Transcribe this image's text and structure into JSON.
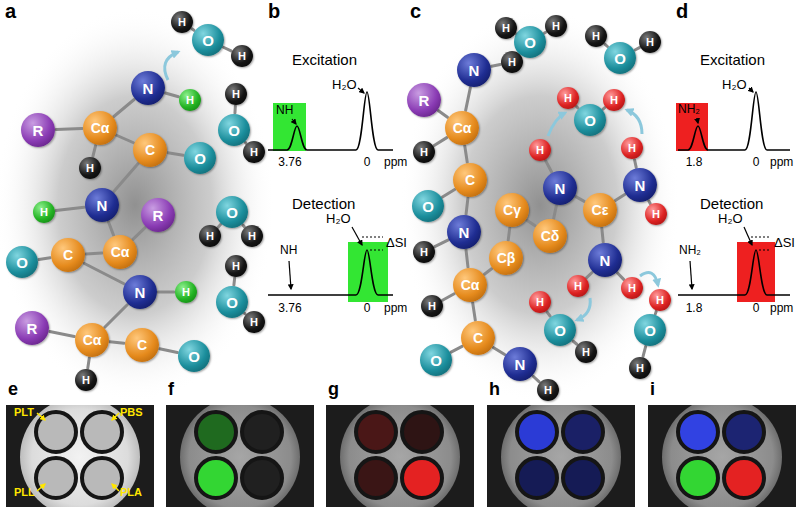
{
  "diagram": {
    "nodes": [
      {
        "text": [
          "R"
        ]
      },
      {
        "text": [
          "Cα"
        ]
      },
      {
        "text": [
          "H"
        ]
      },
      {
        "text": [
          "N"
        ]
      },
      {
        "text": [
          "H"
        ]
      },
      {
        "text": [
          "C"
        ]
      },
      {
        "text": [
          "O"
        ]
      },
      {
        "text": [
          "N"
        ]
      },
      {
        "text": [
          "H"
        ]
      },
      {
        "text": [
          "Cα"
        ]
      },
      {
        "text": [
          "R"
        ]
      },
      {
        "text": [
          "C"
        ]
      },
      {
        "text": [
          "O"
        ]
      },
      {
        "text": [
          "N"
        ]
      },
      {
        "text": [
          "H"
        ]
      },
      {
        "text": [
          "Cα"
        ]
      },
      {
        "text": [
          "H"
        ]
      },
      {
        "text": [
          "R"
        ]
      },
      {
        "text": [
          "C"
        ]
      },
      {
        "text": [
          "O"
        ]
      },
      {
        "text": [
          "O"
        ]
      },
      {
        "text": [
          "H"
        ]
      },
      {
        "text": [
          "H"
        ]
      },
      {
        "text": [
          "O"
        ]
      },
      {
        "text": [
          "H"
        ]
      },
      {
        "text": [
          "H"
        ]
      },
      {
        "text": [
          "O"
        ]
      },
      {
        "text": [
          "H"
        ]
      },
      {
        "text": [
          "H"
        ]
      },
      {
        "text": [
          "O"
        ]
      },
      {
        "text": [
          "H"
        ]
      },
      {
        "text": [
          "H"
        ]
      },
      {
        "text": [
          "R"
        ]
      },
      {
        "text": [
          "N"
        ]
      },
      {
        "text": [
          "H"
        ]
      },
      {
        "text": [
          "Cα"
        ]
      },
      {
        "text": [
          "H"
        ]
      },
      {
        "text": [
          "C"
        ]
      },
      {
        "text": [
          "O"
        ]
      },
      {
        "text": [
          "N"
        ]
      },
      {
        "text": [
          "H"
        ]
      },
      {
        "text": [
          "Cα"
        ]
      },
      {
        "text": [
          "H"
        ]
      },
      {
        "text": [
          "C"
        ]
      },
      {
        "text": [
          "O"
        ]
      },
      {
        "text": [
          "N"
        ]
      },
      {
        "text": [
          "H"
        ]
      },
      {
        "text": [
          "Cβ"
        ]
      },
      {
        "text": [
          "Cγ"
        ]
      },
      {
        "text": [
          "Cδ"
        ]
      },
      {
        "text": [
          "N"
        ]
      },
      {
        "text": [
          "H"
        ]
      },
      {
        "text": [
          "Cε"
        ]
      },
      {
        "text": [
          "N"
        ]
      },
      {
        "text": [
          "H"
        ]
      },
      {
        "text": [
          "H"
        ]
      },
      {
        "text": [
          "N"
        ]
      },
      {
        "text": [
          "H"
        ]
      },
      {
        "text": [
          "H"
        ]
      },
      {
        "text": [
          "O"
        ]
      },
      {
        "text": [
          "H"
        ]
      },
      {
        "text": [
          "H"
        ]
      },
      {
        "text": [
          "O"
        ]
      },
      {
        "text": [
          "H"
        ]
      },
      {
        "text": [
          "H"
        ]
      },
      {
        "text": [
          "O"
        ]
      },
      {
        "text": [
          "H"
        ]
      },
      {
        "text": [
          "H"
        ]
      },
      {
        "text": [
          "O"
        ]
      },
      {
        "text": [
          "H"
        ]
      },
      {
        "text": [
          "H"
        ]
      },
      {
        "text": [
          "O"
        ]
      },
      {
        "text": [
          "H"
        ]
      },
      {
        "text": [
          "H"
        ]
      }
    ],
    "edges": [
      {
        "from": 0,
        "to": 1,
        "arrow": "none"
      },
      {
        "from": 1,
        "to": 2,
        "arrow": "none"
      },
      {
        "from": 1,
        "to": 3,
        "arrow": "none"
      },
      {
        "from": 3,
        "to": 4,
        "arrow": "none"
      },
      {
        "from": 1,
        "to": 5,
        "arrow": "none"
      },
      {
        "from": 5,
        "to": 6,
        "arrow": "none"
      },
      {
        "from": 5,
        "to": 7,
        "arrow": "none"
      },
      {
        "from": 7,
        "to": 8,
        "arrow": "none"
      },
      {
        "from": 7,
        "to": 9,
        "arrow": "none"
      },
      {
        "from": 9,
        "to": 10,
        "arrow": "none"
      },
      {
        "from": 9,
        "to": 11,
        "arrow": "none"
      },
      {
        "from": 11,
        "to": 12,
        "arrow": "none"
      },
      {
        "from": 11,
        "to": 13,
        "arrow": "none"
      },
      {
        "from": 13,
        "to": 14,
        "arrow": "none"
      },
      {
        "from": 13,
        "to": 15,
        "arrow": "none"
      },
      {
        "from": 15,
        "to": 16,
        "arrow": "none"
      },
      {
        "from": 15,
        "to": 17,
        "arrow": "none"
      },
      {
        "from": 15,
        "to": 18,
        "arrow": "none"
      },
      {
        "from": 18,
        "to": 19,
        "arrow": "none"
      },
      {
        "from": 20,
        "to": 21,
        "arrow": "none"
      },
      {
        "from": 20,
        "to": 22,
        "arrow": "none"
      },
      {
        "from": 23,
        "to": 24,
        "arrow": "none"
      },
      {
        "from": 23,
        "to": 25,
        "arrow": "none"
      },
      {
        "from": 26,
        "to": 27,
        "arrow": "none"
      },
      {
        "from": 26,
        "to": 28,
        "arrow": "none"
      },
      {
        "from": 29,
        "to": 30,
        "arrow": "none"
      },
      {
        "from": 29,
        "to": 31,
        "arrow": "none"
      },
      {
        "from": 32,
        "to": 35,
        "arrow": "none"
      },
      {
        "from": 33,
        "to": 35,
        "arrow": "none"
      },
      {
        "from": 33,
        "to": 34,
        "arrow": "none"
      },
      {
        "from": 35,
        "to": 36,
        "arrow": "none"
      },
      {
        "from": 35,
        "to": 37,
        "arrow": "none"
      },
      {
        "from": 37,
        "to": 38,
        "arrow": "none"
      },
      {
        "from": 37,
        "to": 39,
        "arrow": "none"
      },
      {
        "from": 39,
        "to": 40,
        "arrow": "none"
      },
      {
        "from": 39,
        "to": 41,
        "arrow": "none"
      },
      {
        "from": 41,
        "to": 42,
        "arrow": "none"
      },
      {
        "from": 41,
        "to": 43,
        "arrow": "none"
      },
      {
        "from": 43,
        "to": 44,
        "arrow": "none"
      },
      {
        "from": 43,
        "to": 45,
        "arrow": "none"
      },
      {
        "from": 45,
        "to": 46,
        "arrow": "none"
      },
      {
        "from": 41,
        "to": 47,
        "arrow": "none"
      },
      {
        "from": 47,
        "to": 48,
        "arrow": "none"
      },
      {
        "from": 48,
        "to": 49,
        "arrow": "none"
      },
      {
        "from": 49,
        "to": 50,
        "arrow": "none"
      },
      {
        "from": 50,
        "to": 51,
        "arrow": "none"
      },
      {
        "from": 50,
        "to": 52,
        "arrow": "none"
      },
      {
        "from": 52,
        "to": 53,
        "arrow": "none"
      },
      {
        "from": 53,
        "to": 54,
        "arrow": "none"
      },
      {
        "from": 53,
        "to": 55,
        "arrow": "none"
      },
      {
        "from": 52,
        "to": 56,
        "arrow": "none"
      },
      {
        "from": 56,
        "to": 57,
        "arrow": "none"
      },
      {
        "from": 56,
        "to": 58,
        "arrow": "none"
      },
      {
        "from": 59,
        "to": 60,
        "arrow": "none"
      },
      {
        "from": 59,
        "to": 61,
        "arrow": "none"
      },
      {
        "from": 62,
        "to": 63,
        "arrow": "none"
      },
      {
        "from": 62,
        "to": 64,
        "arrow": "none"
      },
      {
        "from": 65,
        "to": 66,
        "arrow": "none"
      },
      {
        "from": 65,
        "to": 67,
        "arrow": "none"
      },
      {
        "from": 68,
        "to": 69,
        "arrow": "none"
      },
      {
        "from": 68,
        "to": 70,
        "arrow": "none"
      },
      {
        "from": 71,
        "to": 72,
        "arrow": "none"
      },
      {
        "from": 71,
        "to": 73,
        "arrow": "none"
      }
    ],
    "labels": [
      "a",
      "b",
      "Excitation",
      "H₂O",
      "NH",
      "3.76",
      "0",
      "ppm",
      "Detection",
      "H₂O",
      "NH",
      "ΔSI",
      "3.76",
      "0",
      "ppm",
      "c",
      "d",
      "Excitation",
      "H₂O",
      "NH₂",
      "1.8",
      "0",
      "ppm",
      "Detection",
      "H₂O",
      "NH₂",
      "ΔSI",
      "1.8",
      "0",
      "ppm",
      "e",
      "PLT",
      "PBS",
      "PLL",
      "PLA",
      "f",
      "g",
      "h",
      "i"
    ]
  }
}
